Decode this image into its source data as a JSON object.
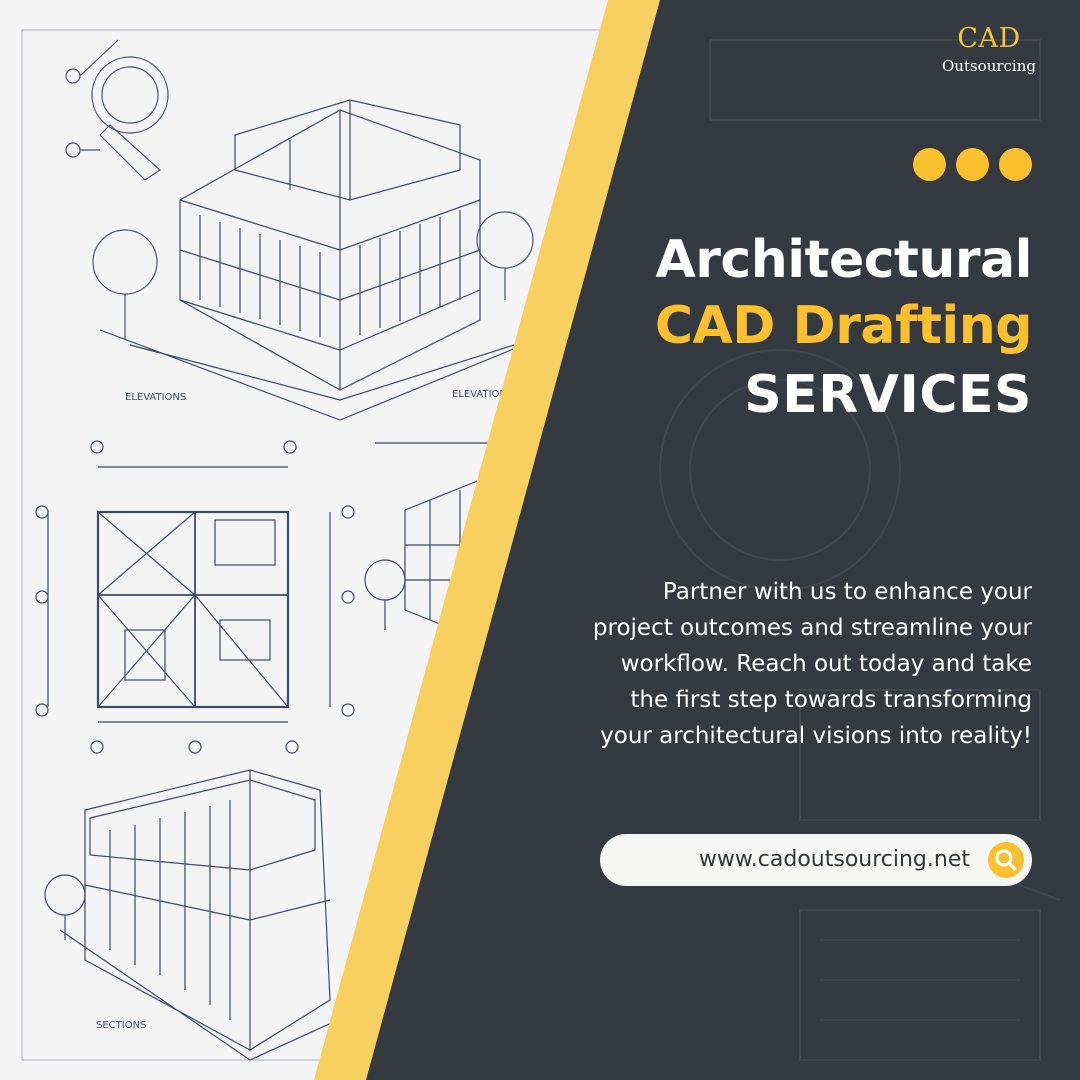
{
  "logo": {
    "line1": "CAD",
    "line2": "Outsourcing"
  },
  "headline": {
    "line1": "Architectural",
    "line2": "CAD Drafting",
    "line3": "SERVICES"
  },
  "body": "Partner with us to enhance your project outcomes and streamline your workflow. Reach out today and take the first step towards transforming your architectural visions into reality!",
  "website": {
    "url": "www.cadoutsourcing.net",
    "icon": "search-icon"
  },
  "drawing_labels": {
    "elevation_left": "ELEVATIONS",
    "elevation_right": "ELEVATIONS",
    "section": "SECTIONS"
  },
  "colors": {
    "panel": "#343a40",
    "accent": "#fbc02d",
    "stripe": "#f8d060",
    "paper": "#f3f4f3",
    "ink": "#3f4a66"
  }
}
